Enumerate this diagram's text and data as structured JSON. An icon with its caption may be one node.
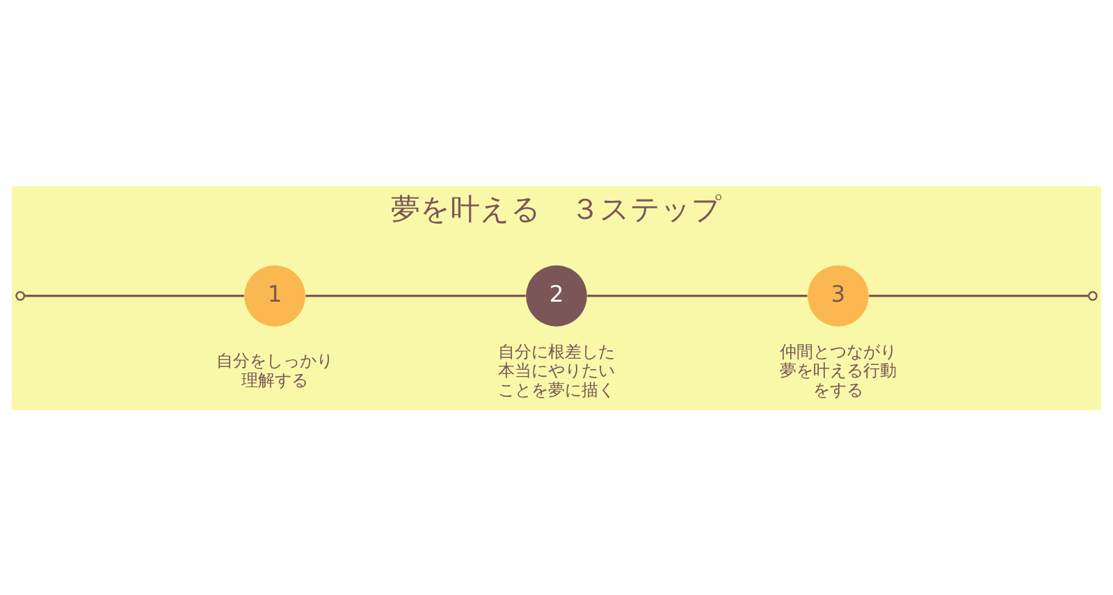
{
  "diagram": {
    "title": "夢を叶える　３ステップ",
    "nodes": [
      {
        "text": [],
        "shape": "circle"
      },
      {
        "text": [
          "1"
        ],
        "beside": [
          "自分をしっかり理解する"
        ]
      },
      {
        "text": [
          "2"
        ],
        "beside": [
          "自分に根差した本当にやりたいことを夢に描く"
        ]
      },
      {
        "text": [
          "3"
        ],
        "beside": [
          "仲間とつながり夢を叶える行動をする"
        ]
      },
      {
        "text": [],
        "shape": "circle"
      }
    ],
    "edges": [
      {
        "from": 0,
        "to": 1,
        "arrow": "none"
      },
      {
        "from": 1,
        "to": 2,
        "arrow": "none"
      },
      {
        "from": 2,
        "to": 3,
        "arrow": "none"
      },
      {
        "from": 3,
        "to": 4,
        "arrow": "none"
      }
    ]
  }
}
